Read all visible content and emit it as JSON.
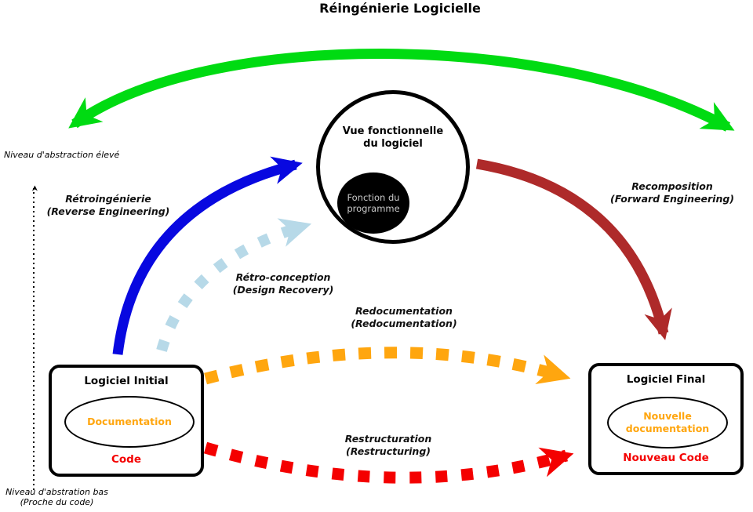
{
  "title": "Réingénierie Logicielle",
  "axis": {
    "top_label": "Niveau d'abstraction élevé",
    "bottom_label_line1": "Niveau d'abstration bas",
    "bottom_label_line2": "(Proche du code)"
  },
  "center_circle": {
    "label": "Vue fonctionnelle du logiciel",
    "inner_label": "Fonction du programme"
  },
  "boxes": {
    "initial": {
      "title": "Logiciel Initial",
      "ellipse_label": "Documentation",
      "code_label": "Code"
    },
    "final": {
      "title": "Logiciel Final",
      "ellipse_label": "Nouvelle documentation",
      "code_label": "Nouveau Code"
    }
  },
  "labels": {
    "retroingenierie": {
      "fr": "Rétroingénierie",
      "en": "(Reverse Engineering)"
    },
    "retro_conception": {
      "fr": "Rétro-conception",
      "en": "(Design Recovery)"
    },
    "redocumentation": {
      "fr": "Redocumentation",
      "en": "(Redocumentation)"
    },
    "restructuration": {
      "fr": "Restructuration",
      "en": "(Restructuring)"
    },
    "recomposition": {
      "fr": "Recomposition",
      "en": "(Forward Engineering)"
    }
  },
  "colors": {
    "reengineering_green": "#00DB12",
    "reverse_blue": "#0808E0",
    "design_recovery_lightblue": "#B7D9E8",
    "redocumentation_orange": "#FFA60F",
    "restructuring_red": "#F40000",
    "forward_darkred": "#AE2A2A",
    "doc_text_orange": "#FFA60F",
    "code_text_red": "#F40000",
    "axis_black": "#000000"
  }
}
